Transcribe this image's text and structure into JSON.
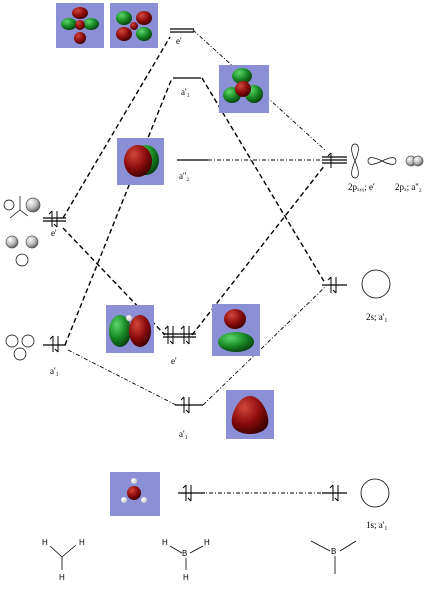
{
  "labels": {
    "e_prime_top": "e'",
    "a1_prime_upper": "a'₁",
    "a2_double_prime": "a''₂",
    "e_prime_left": "e'",
    "e_prime_bonding": "e'",
    "a1_prime_left": "a'₁",
    "a1_prime_bonding": "a'₁",
    "boron_2p": "2pₓ,ᵧ; e'",
    "boron_2pz": "2pₓ; a''₂",
    "boron_2s": "2s; a'₁",
    "boron_1s": "1s; a'₁"
  },
  "molecules": {
    "hydrogen_symbol": "H",
    "boron_symbol": "B"
  }
}
